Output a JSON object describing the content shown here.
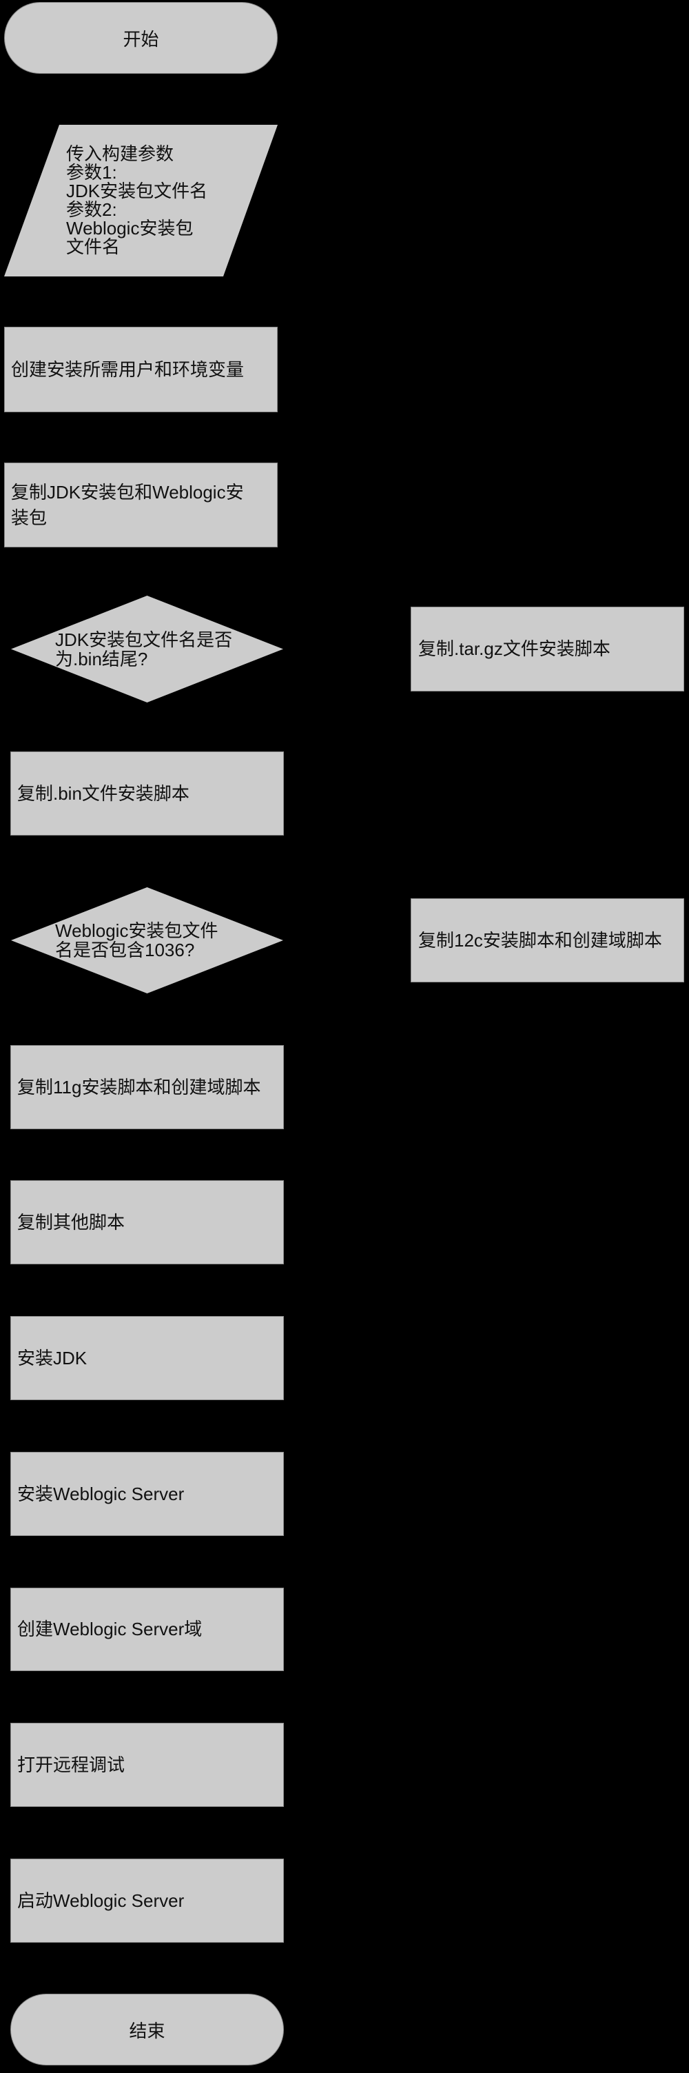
{
  "colors": {
    "background": "#000000",
    "shape_fill": "#cccccc",
    "shape_border": "#8a8a8a",
    "text": "#111111"
  },
  "nodes": {
    "start": {
      "label": "开始"
    },
    "input": {
      "lines": [
        "传入构建参数",
        "参数1:",
        "JDK安装包文件名",
        "参数2:",
        "Weblogic安装包",
        "文件名"
      ]
    },
    "create_user_env": {
      "label": "创建安装所需用户和环境变量"
    },
    "copy_packages": {
      "lines": [
        "复制JDK安装包和Weblogic安",
        "装包"
      ]
    },
    "decision_jdk_bin": {
      "lines": [
        "JDK安装包文件名是否",
        "为.bin结尾?"
      ]
    },
    "copy_targz_script": {
      "label": "复制.tar.gz文件安装脚本"
    },
    "copy_bin_script": {
      "label": "复制.bin文件安装脚本"
    },
    "decision_weblogic_1036": {
      "lines": [
        "Weblogic安装包文件",
        "名是否包含1036?"
      ]
    },
    "copy_12c_scripts": {
      "label": "复制12c安装脚本和创建域脚本"
    },
    "copy_11g_scripts": {
      "label": "复制11g安装脚本和创建域脚本"
    },
    "copy_other_scripts": {
      "label": "复制其他脚本"
    },
    "install_jdk": {
      "label": "安装JDK"
    },
    "install_weblogic": {
      "label": "安装Weblogic Server"
    },
    "create_domain": {
      "label": "创建Weblogic Server域"
    },
    "enable_remote_debug": {
      "label": "打开远程调试"
    },
    "start_weblogic": {
      "label": "启动Weblogic Server"
    },
    "end": {
      "label": "结束"
    }
  }
}
